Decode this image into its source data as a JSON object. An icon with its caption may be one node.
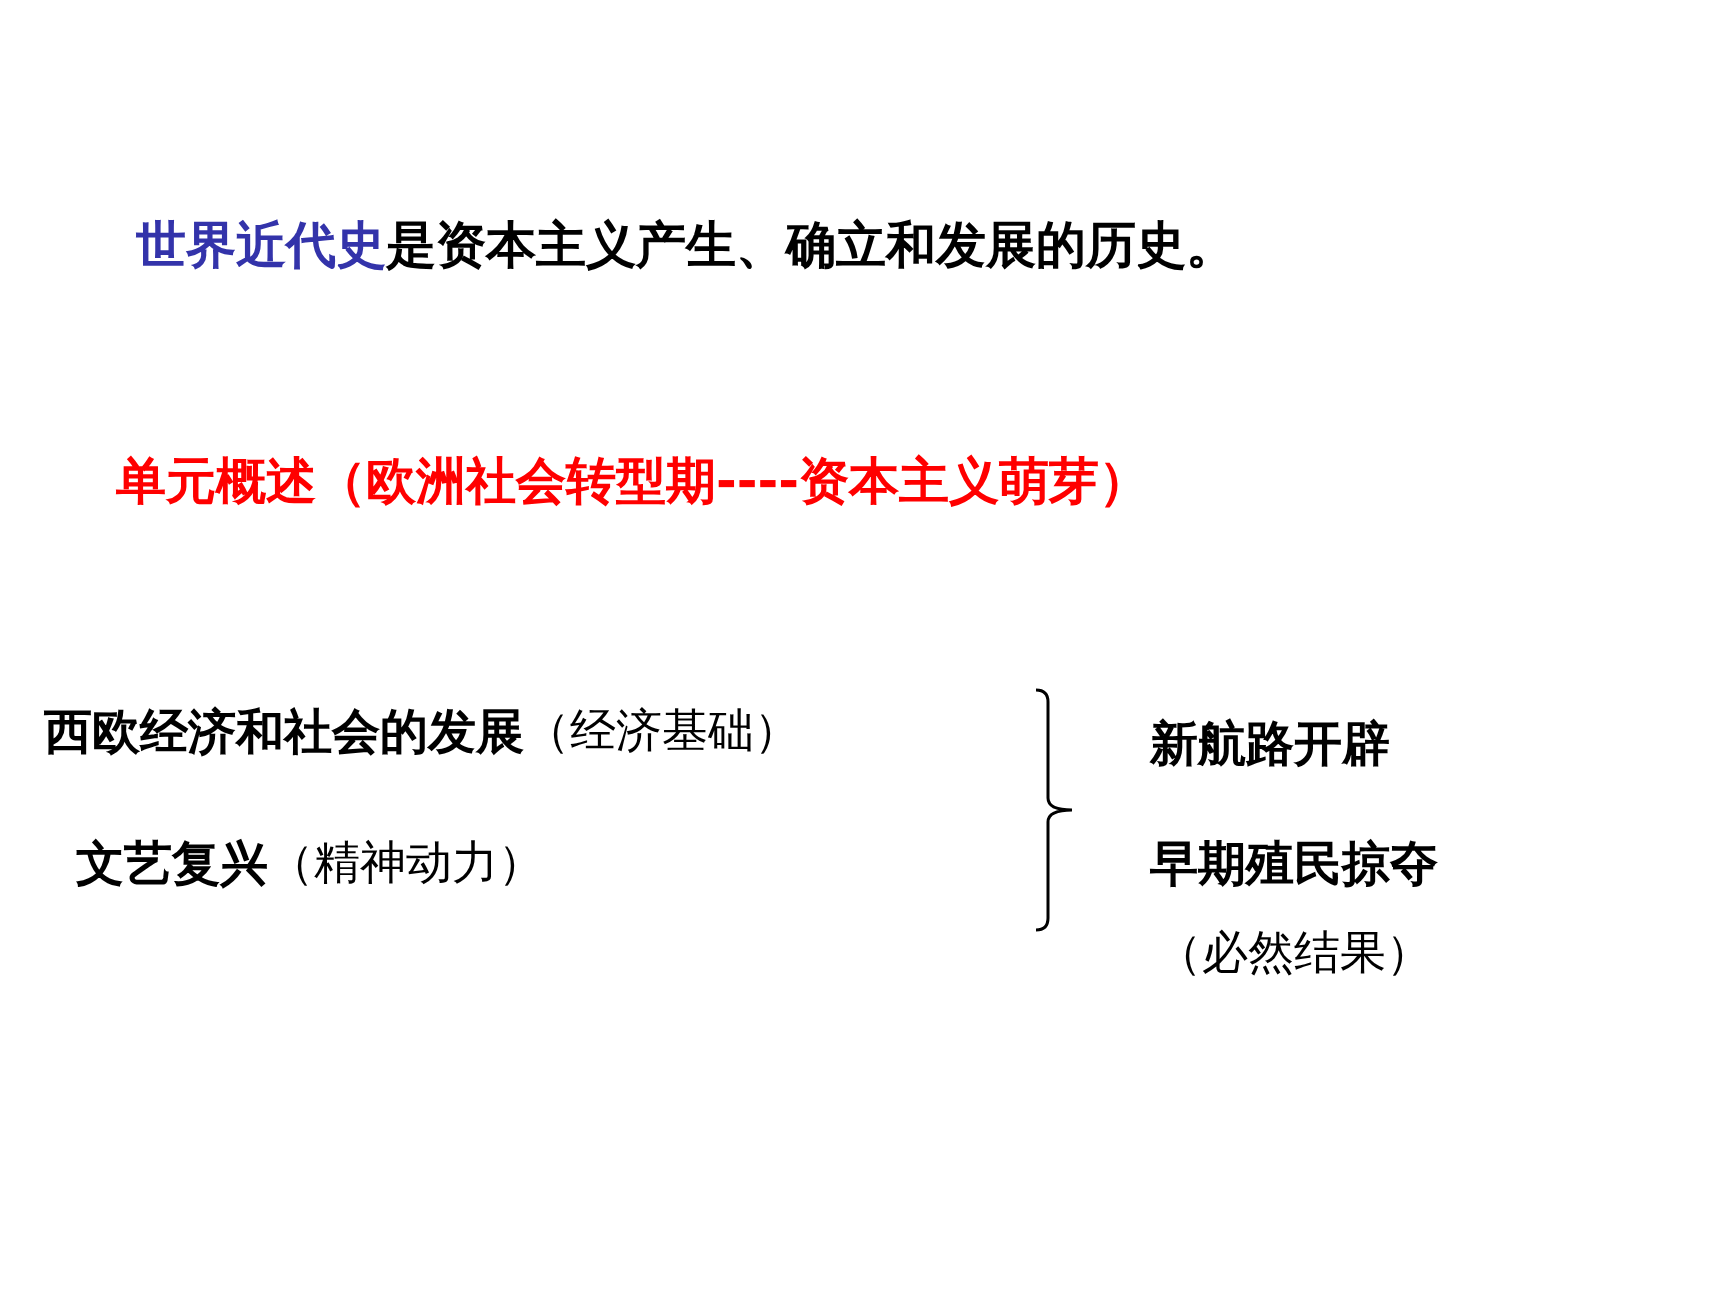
{
  "diagram": {
    "labels": [
      "世界近代史",
      "是资本主义产生、确立和发展的历史。",
      "单元概述（欧洲社会转型期----资本主义萌芽）",
      "西欧经济和社会的发展",
      "（经济基础）",
      "新航路开辟",
      "文艺复兴",
      "（精神动力）",
      "早期殖民掠夺",
      "（必然结果）"
    ]
  }
}
